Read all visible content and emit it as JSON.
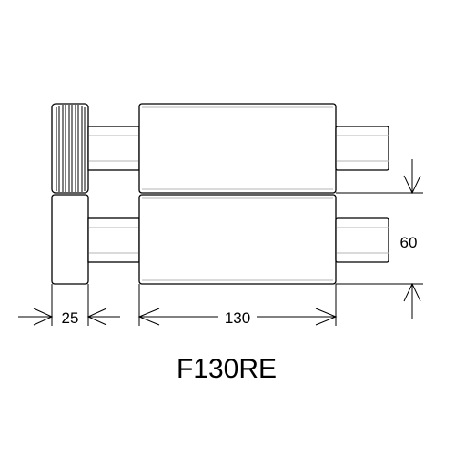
{
  "dimensions": {
    "width_label": "25",
    "length_label": "130",
    "height_label": "60"
  },
  "model_name": "F130RE",
  "colors": {
    "line": "#000000",
    "shade": "#b5b5b5",
    "background": "#ffffff"
  }
}
